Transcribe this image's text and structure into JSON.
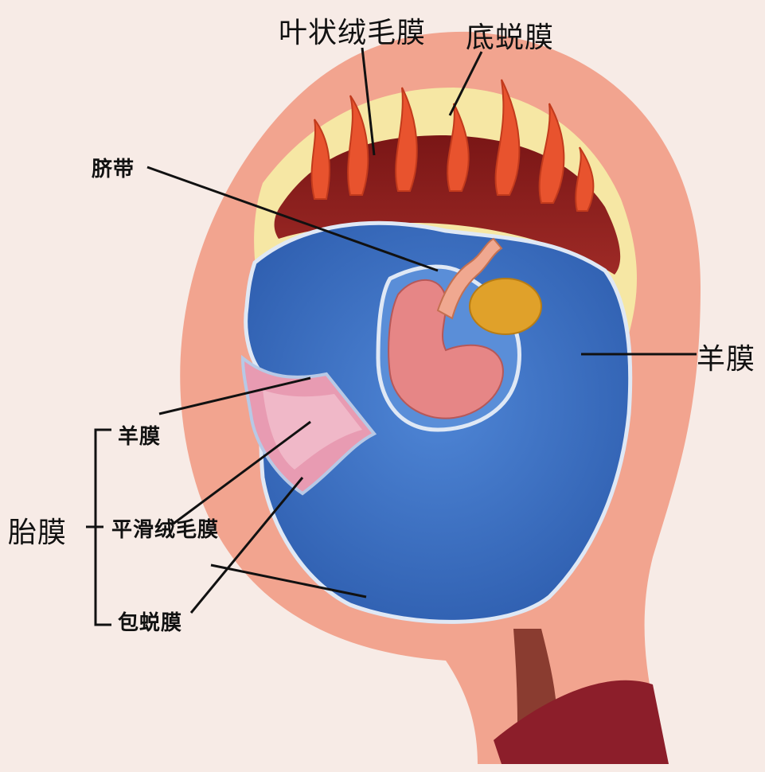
{
  "labels": {
    "chorion_frondosum": "叶状绒毛膜",
    "decidua_basalis": "底蜕膜",
    "umbilical_cord": "脐带",
    "amnion_right": "羊膜",
    "fetal_membranes": "胎膜",
    "amnion_left": "羊膜",
    "chorion_laeve": "平滑绒毛膜",
    "decidua_capsularis": "包蜕膜"
  },
  "colors": {
    "background": "#f7ebe6",
    "uterus_wall": "#f0a08c",
    "decidua": "#f7e9a6",
    "placenta": "#8c1e1e",
    "villi": "#e8522e",
    "amniotic_cavity": "#3f76c8",
    "embryo": "#e88a8a",
    "yolk_sac": "#e0a12a"
  }
}
